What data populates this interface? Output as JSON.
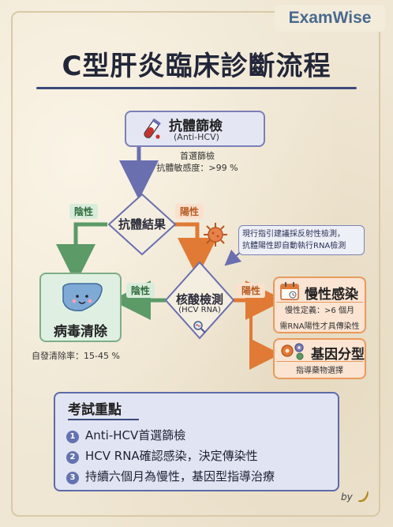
{
  "brand": "ExamWise",
  "title": "C型肝炎臨床診斷流程",
  "screening": {
    "title": "抗體篩檢",
    "subtitle": "(Anti-HCV)",
    "note_line1": "首選篩檢",
    "note_line2": "抗體敏感度：>99 %"
  },
  "antibody_result": {
    "label": "抗體結果",
    "negative": "陰性",
    "positive": "陽性"
  },
  "reflex_note": {
    "line1": "現行指引建議採反射性檢測，",
    "line2": "抗體陽性即自動執行RNA檢測"
  },
  "rna_test": {
    "label": "核酸檢測",
    "sub": "(HCV RNA)",
    "negative": "陰性",
    "positive": "陽性"
  },
  "viral_clearance": {
    "label": "病毒清除",
    "note": "自發清除率：15-45 %"
  },
  "chronic": {
    "title": "慢性感染",
    "definition": "慢性定義：>6 個月",
    "note": "需RNA陽性才具傳染性"
  },
  "genotype": {
    "title": "基因分型",
    "sub": "指導藥物選擇"
  },
  "key_points": {
    "title": "考試重點",
    "items": [
      {
        "num": "1",
        "text": "Anti-HCV首選篩檢"
      },
      {
        "num": "2",
        "text": "HCV RNA確認感染，決定傳染性"
      },
      {
        "num": "3",
        "text": "持續六個月為慢性，基因型指導治療"
      }
    ]
  },
  "signature": "by",
  "colors": {
    "accent_blue": "#7b7fb8",
    "green": "#5c9a68",
    "orange": "#e07a35",
    "title_dark": "#222638"
  }
}
